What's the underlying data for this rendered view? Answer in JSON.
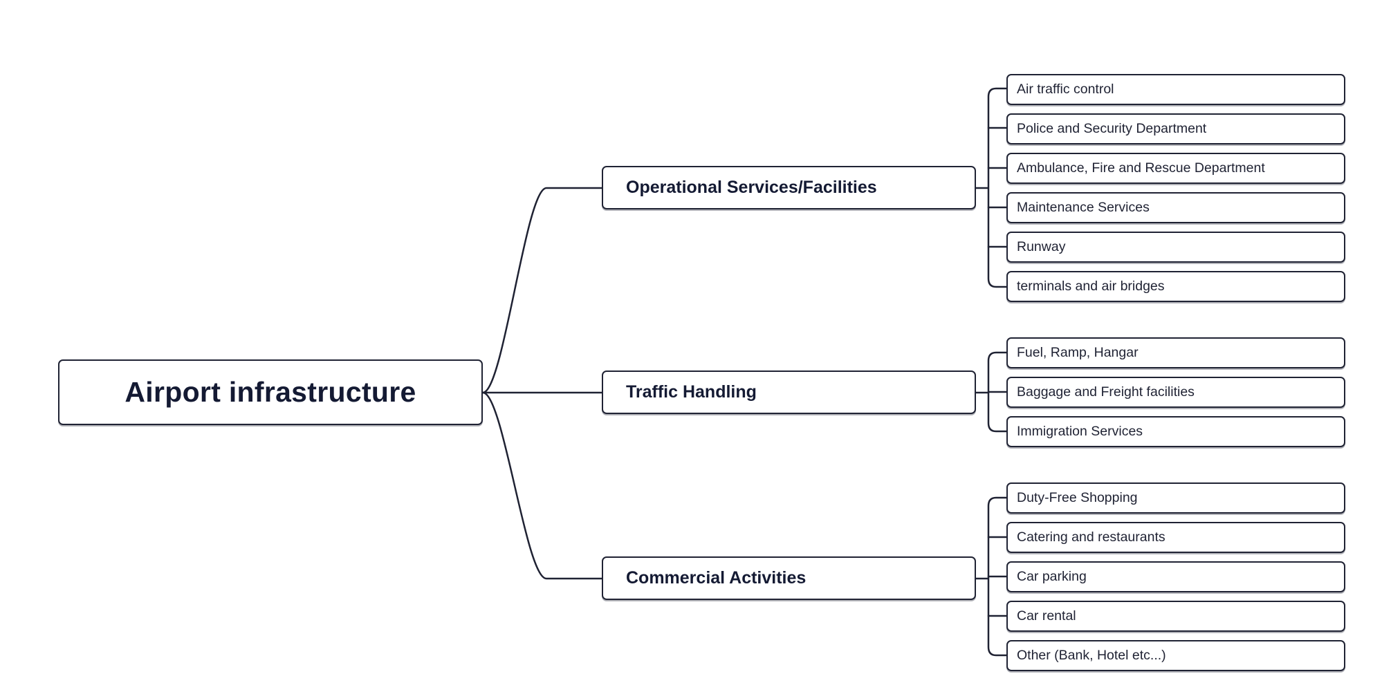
{
  "root": {
    "label": "Airport infrastructure"
  },
  "branches": [
    {
      "label": "Operational Services/Facilities",
      "items": [
        "Air traffic control",
        "Police and Security Department",
        "Ambulance, Fire and Rescue Department",
        "Maintenance Services",
        "Runway",
        "terminals and air bridges"
      ]
    },
    {
      "label": "Traffic Handling",
      "items": [
        "Fuel, Ramp, Hangar",
        "Baggage and Freight facilities",
        "Immigration Services"
      ]
    },
    {
      "label": "Commercial Activities",
      "items": [
        "Duty-Free Shopping",
        "Catering and restaurants",
        "Car parking",
        "Car rental",
        "Other (Bank, Hotel etc...)"
      ]
    }
  ],
  "colors": {
    "line": "#1f2233",
    "text": "#141a33",
    "background": "#ffffff"
  }
}
